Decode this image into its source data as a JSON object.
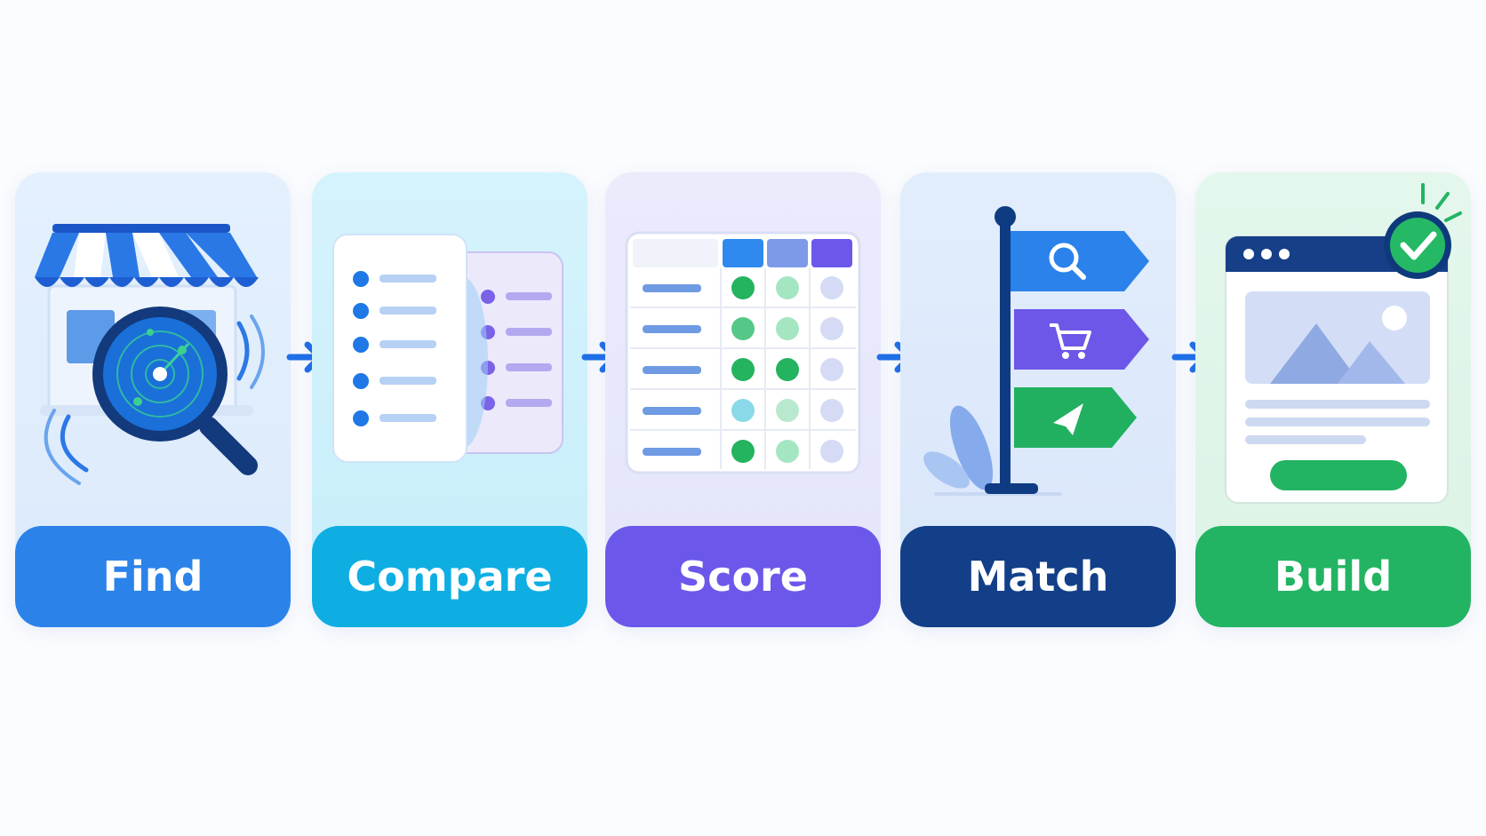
{
  "steps": [
    {
      "label": "Find",
      "icon": "storefront-radar-search-icon",
      "color": "#2b83ea",
      "bg": "#e2effc"
    },
    {
      "label": "Compare",
      "icon": "compare-lists-icon",
      "color": "#0eaee3",
      "bg": "#d2f2fb"
    },
    {
      "label": "Score",
      "icon": "scoring-table-icon",
      "color": "#6b58ea",
      "bg": "#e9e9fb"
    },
    {
      "label": "Match",
      "icon": "signpost-icon",
      "color": "#123f88",
      "bg": "#e1ecfb"
    },
    {
      "label": "Build",
      "icon": "webpage-check-icon",
      "color": "#22b462",
      "bg": "#e3f6ea"
    }
  ],
  "colors": {
    "arrow": "#1f6fe8",
    "green": "#24b35f",
    "light_green": "#9fe4bd",
    "lavender": "#cfd4f5"
  }
}
